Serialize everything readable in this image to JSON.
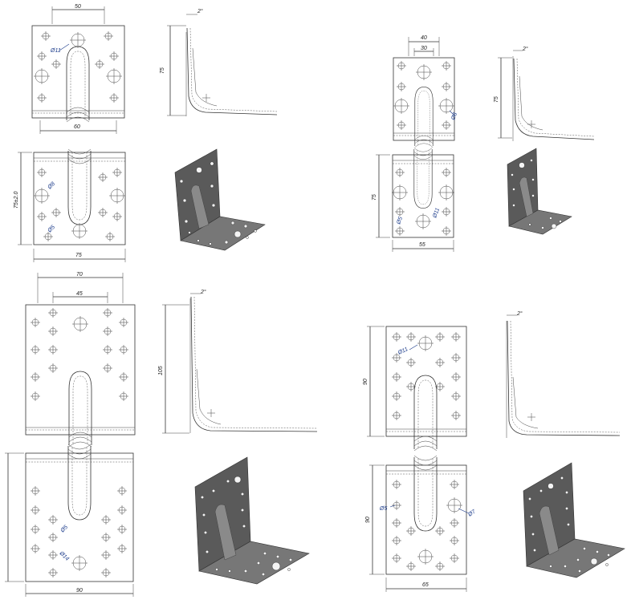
{
  "brackets": [
    {
      "id": "a",
      "front": {
        "top_width": "50",
        "bottom_width": "60",
        "hole_label": "Ø11"
      },
      "side": {
        "angle": "2°",
        "height": "75"
      },
      "back": {
        "height": "75±2.0",
        "width": "75",
        "hole_a": "Ø8",
        "hole_b": "Ø5"
      }
    },
    {
      "id": "b",
      "front": {
        "top_width": "40",
        "inner_width": "30",
        "hole_label": "Ø8"
      },
      "side": {
        "angle": "2°",
        "height": "75"
      },
      "back": {
        "height": "75",
        "width": "55",
        "hole_a": "Ø11",
        "hole_b": "Ø5"
      }
    },
    {
      "id": "c",
      "front": {
        "top_width": "70",
        "inner_width": "45"
      },
      "side": {
        "angle": "2°",
        "height": "105"
      },
      "back": {
        "width": "90",
        "hole_a": "Ø5",
        "hole_b": "Ø14"
      }
    },
    {
      "id": "d",
      "front": {
        "height": "90",
        "hole_label": "Ø11"
      },
      "side": {
        "angle": "2°"
      },
      "back": {
        "height": "90",
        "width": "65",
        "hole_a": "Ø5",
        "hole_b": "Ø7"
      }
    }
  ]
}
